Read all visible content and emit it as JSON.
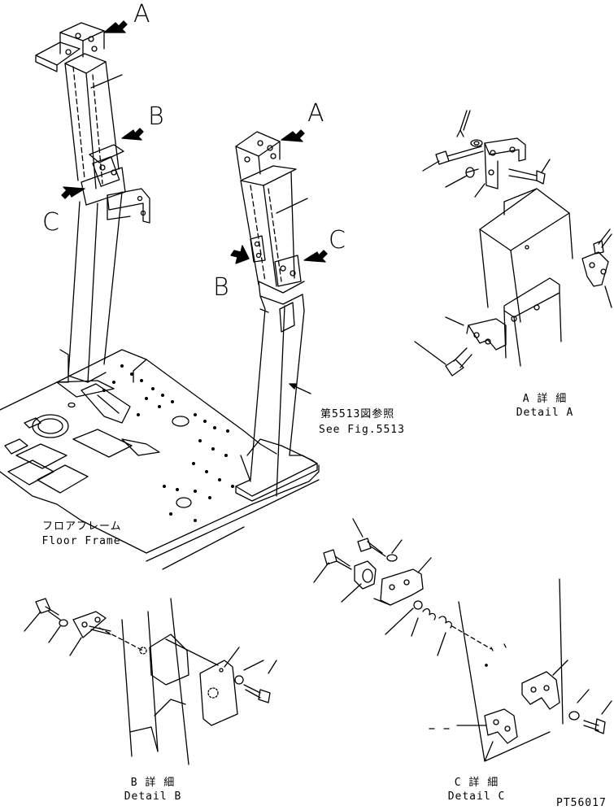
{
  "callouts": {
    "a1": "A",
    "b1": "B",
    "c1": "C",
    "a2": "A",
    "b2": "B",
    "c2": "C"
  },
  "reference": {
    "jp": "第5513図参照",
    "en": "See Fig.5513"
  },
  "floor_frame": {
    "jp": "フロアフレーム",
    "en": "Floor Frame"
  },
  "detail_a": {
    "jp": "A 詳 細",
    "en": "Detail A"
  },
  "detail_b": {
    "jp": "B 詳 細",
    "en": "Detail B"
  },
  "detail_c": {
    "jp": "C 詳 細",
    "en": "Detail C"
  },
  "drawing_number": "PT56017"
}
